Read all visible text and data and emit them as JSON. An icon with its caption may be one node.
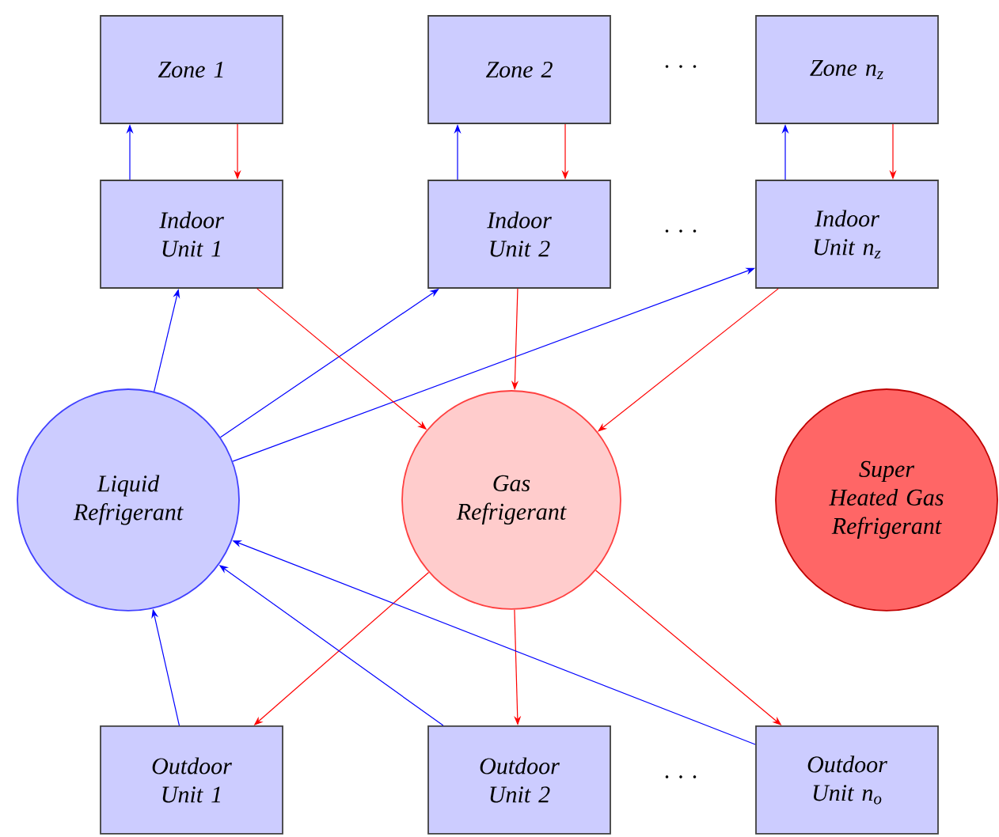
{
  "diagram": {
    "nodes": [
      {
        "text": [
          "Zone 1"
        ]
      },
      {
        "text": [
          "Zone 2"
        ]
      },
      {
        "text": [
          "Zone n$_{z}$"
        ]
      },
      {
        "text": [
          "Indoor Unit 1"
        ]
      },
      {
        "text": [
          "Indoor Unit 2"
        ]
      },
      {
        "text": [
          "Indoor Unit n$_{z}$"
        ]
      },
      {
        "text": [
          "Liquid Refrigerant"
        ]
      },
      {
        "text": [
          "Gas Refrigerant"
        ]
      },
      {
        "text": [
          "Super Heated Gas Refrigerant"
        ]
      },
      {
        "text": [
          "Outdoor Unit 1"
        ]
      },
      {
        "text": [
          "Outdoor Unit 2"
        ]
      },
      {
        "text": [
          "Outdoor Unit n$_{o}$"
        ]
      }
    ],
    "edges": [
      {
        "from": 3,
        "to": 0,
        "arrow": "to",
        "color": "#0000ff"
      },
      {
        "from": 0,
        "to": 3,
        "arrow": "to",
        "color": "#ff0000"
      },
      {
        "from": 4,
        "to": 1,
        "arrow": "to",
        "color": "#0000ff"
      },
      {
        "from": 1,
        "to": 4,
        "arrow": "to",
        "color": "#ff0000"
      },
      {
        "from": 5,
        "to": 2,
        "arrow": "to",
        "color": "#0000ff"
      },
      {
        "from": 2,
        "to": 5,
        "arrow": "to",
        "color": "#ff0000"
      },
      {
        "from": 6,
        "to": 3,
        "arrow": "to",
        "color": "#0000ff"
      },
      {
        "from": 6,
        "to": 4,
        "arrow": "to",
        "color": "#0000ff"
      },
      {
        "from": 6,
        "to": 5,
        "arrow": "to",
        "color": "#0000ff"
      },
      {
        "from": 3,
        "to": 7,
        "arrow": "to",
        "color": "#ff0000"
      },
      {
        "from": 4,
        "to": 7,
        "arrow": "to",
        "color": "#ff0000"
      },
      {
        "from": 5,
        "to": 7,
        "arrow": "to",
        "color": "#ff0000"
      },
      {
        "from": 7,
        "to": 9,
        "arrow": "to",
        "color": "#ff0000"
      },
      {
        "from": 7,
        "to": 10,
        "arrow": "to",
        "color": "#ff0000"
      },
      {
        "from": 7,
        "to": 11,
        "arrow": "to",
        "color": "#ff0000"
      },
      {
        "from": 9,
        "to": 6,
        "arrow": "to",
        "color": "#0000ff"
      },
      {
        "from": 10,
        "to": 6,
        "arrow": "to",
        "color": "#0000ff"
      },
      {
        "from": 11,
        "to": 6,
        "arrow": "to",
        "color": "#0000ff"
      }
    ],
    "labels": [
      "· · ·",
      "· · ·",
      "· · ·"
    ]
  }
}
